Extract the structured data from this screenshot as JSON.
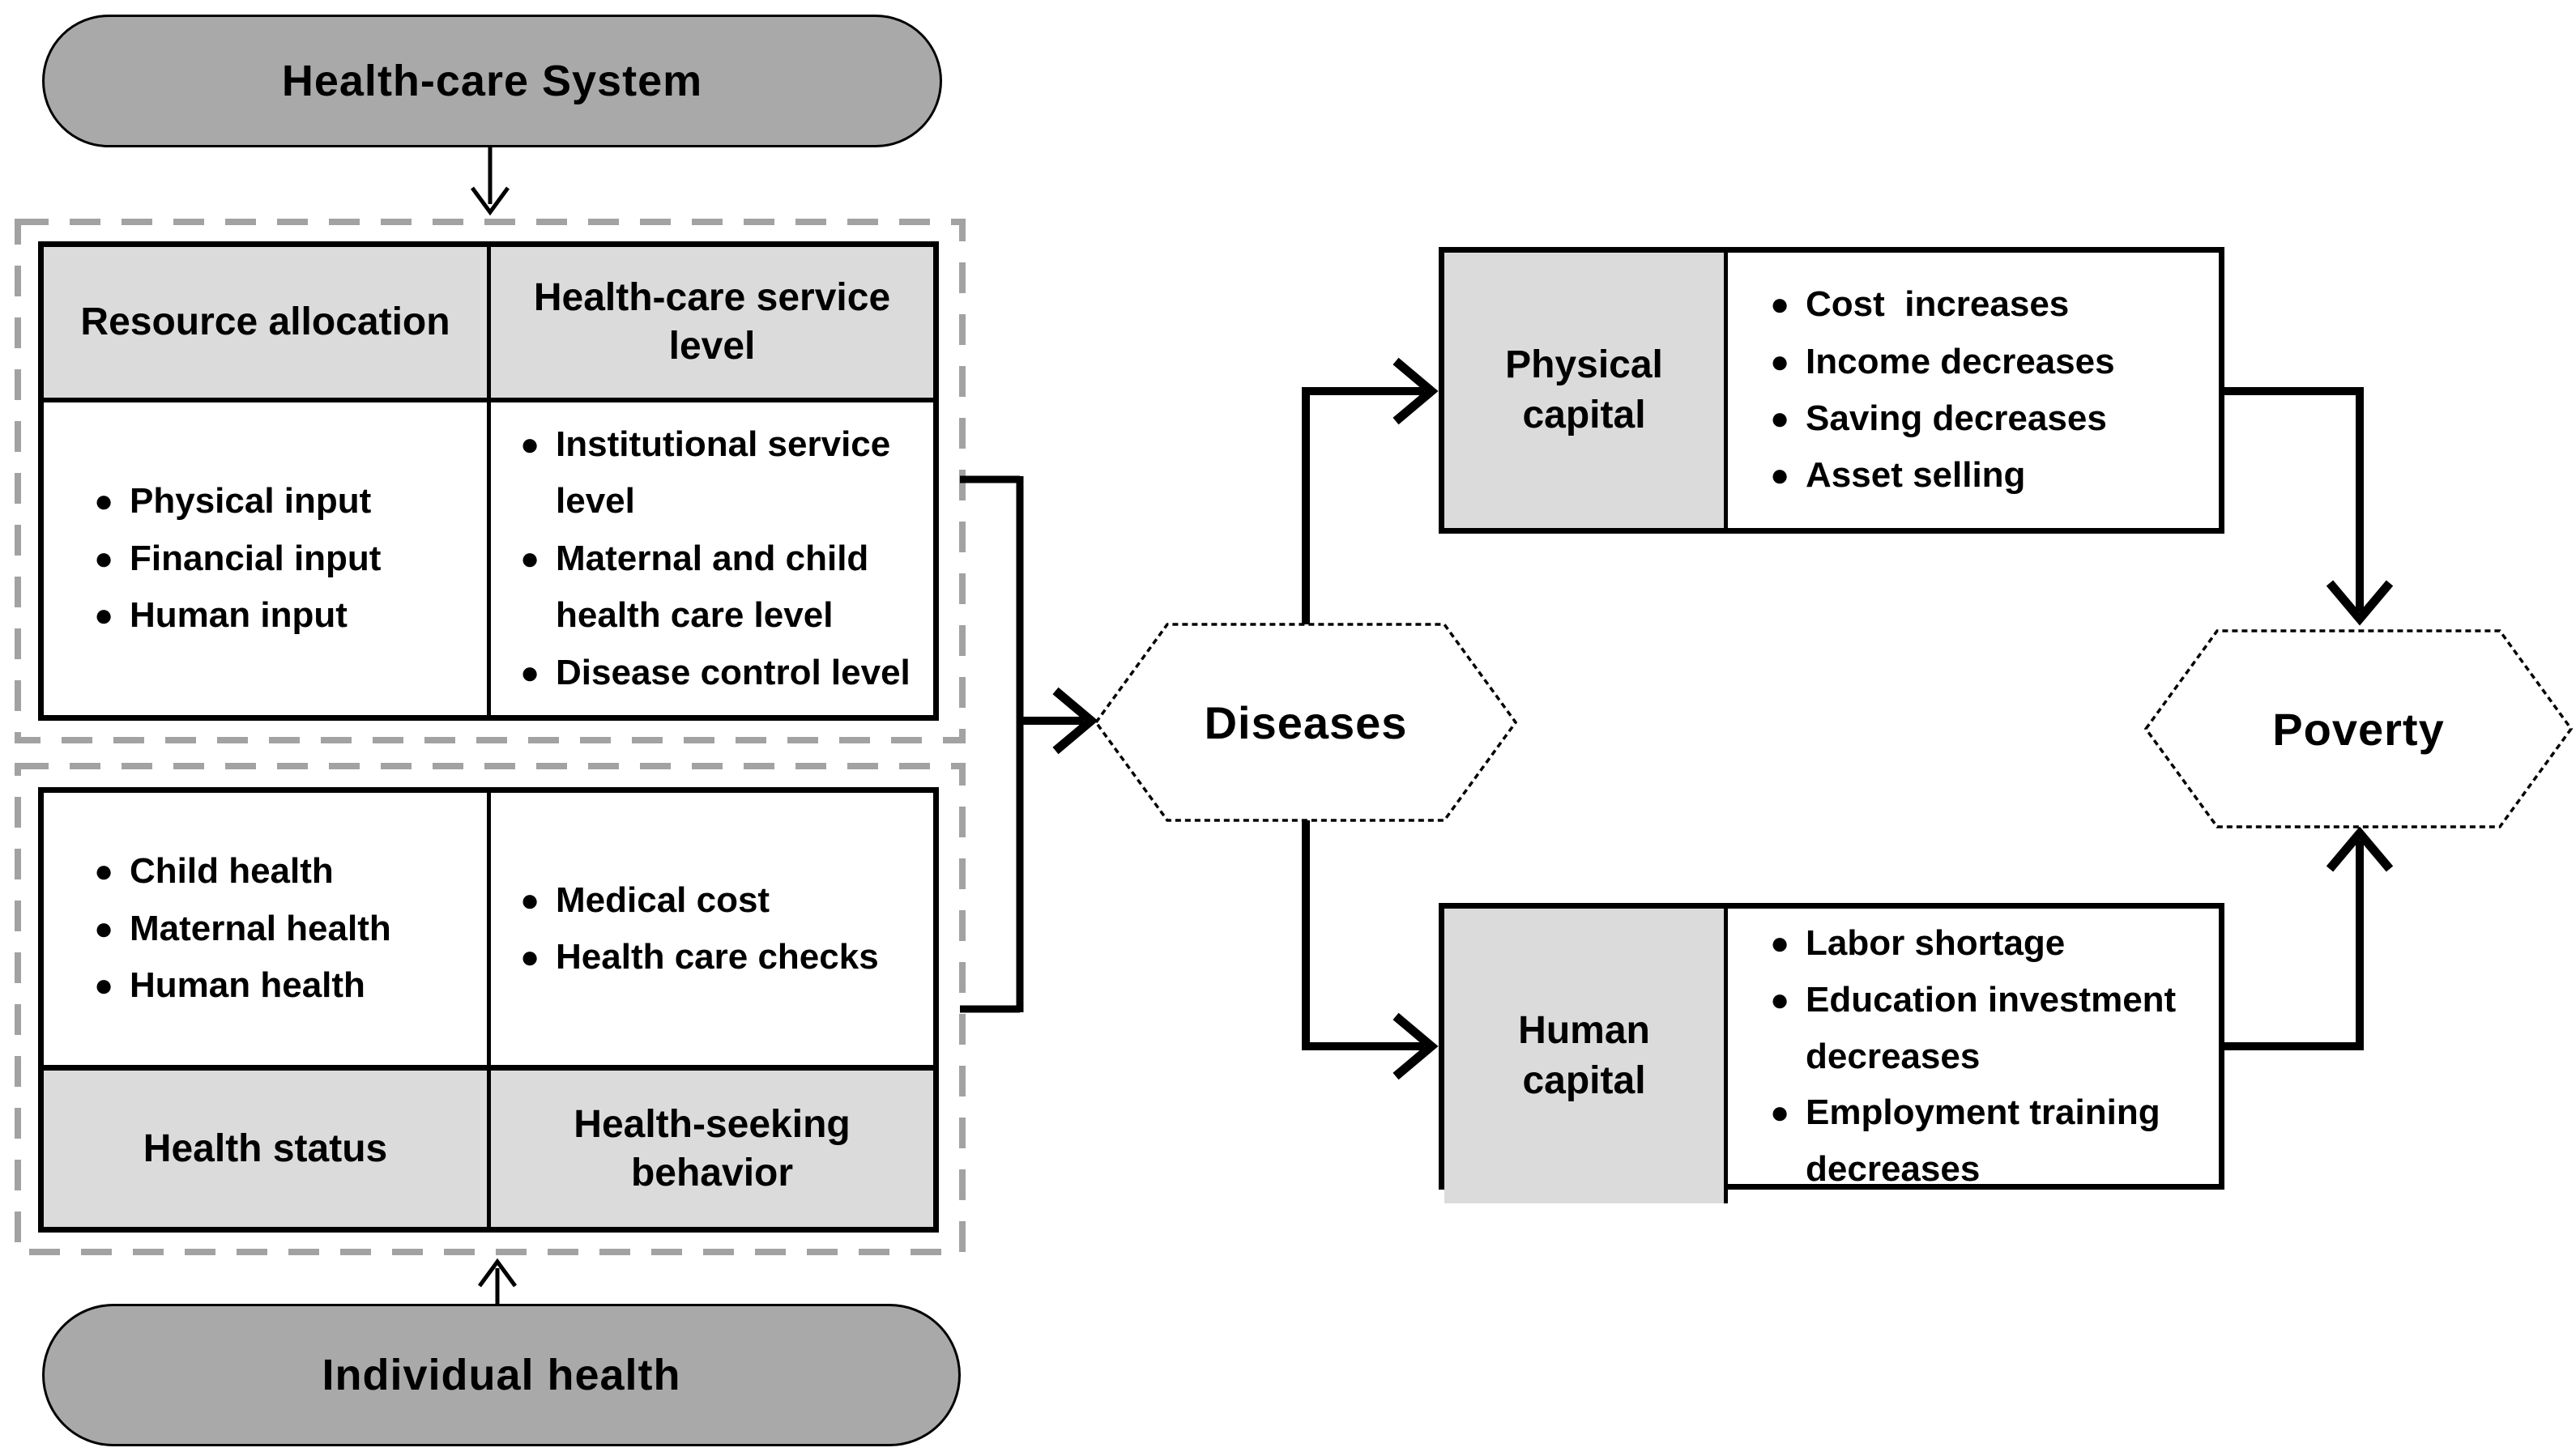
{
  "colors": {
    "pill_fill": "#a9a9a9",
    "header_fill": "#dbdbdb",
    "dashed_border": "#a2a2a2",
    "line": "#000000",
    "background": "#ffffff"
  },
  "pills": {
    "top": "Health-care System",
    "bottom": "Individual health"
  },
  "hexagons": {
    "diseases": "Diseases",
    "poverty": "Poverty"
  },
  "table1": {
    "header_left": "Resource allocation",
    "header_right": "Health-care service level",
    "body_left": [
      "Physical input",
      "Financial input",
      "Human input"
    ],
    "body_right": [
      "Institutional service level",
      "Maternal and child health care level",
      "Disease control level"
    ]
  },
  "table2": {
    "body_left": [
      "Child health",
      "Maternal health",
      "Human health"
    ],
    "body_right": [
      "Medical cost",
      "Health care checks"
    ],
    "footer_left": "Health status",
    "footer_right": "Health-seeking behavior"
  },
  "capital_boxes": {
    "physical": {
      "label": "Physical capital",
      "items": [
        "Cost  increases",
        "Income decreases",
        "Saving decreases",
        "Asset selling"
      ]
    },
    "human": {
      "label": "Human capital",
      "items": [
        "Labor shortage",
        "Education investment decreases",
        "Employment training decreases"
      ]
    }
  }
}
